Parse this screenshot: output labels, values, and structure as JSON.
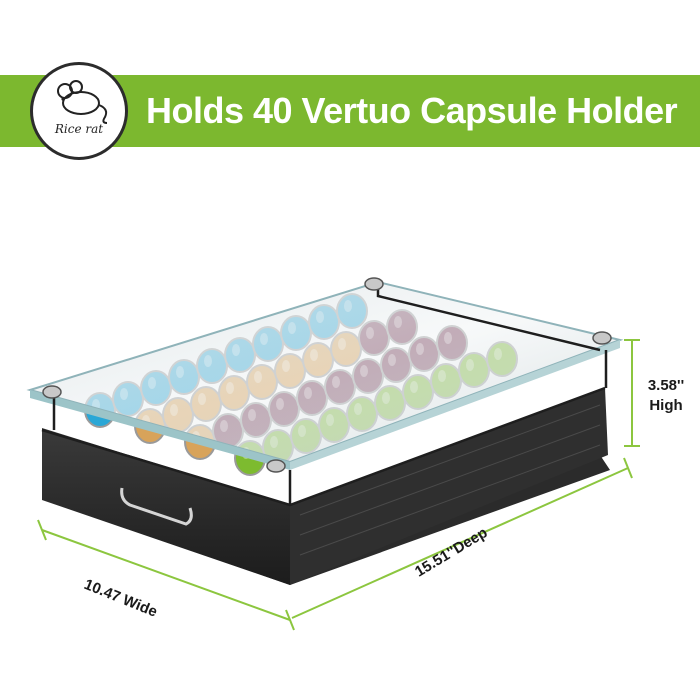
{
  "banner": {
    "title": "Holds 40 Vertuo Capsule Holder",
    "color": "#7cb82f"
  },
  "logo": {
    "text": "Rice rat",
    "icon": "mouse-icon"
  },
  "dimensions": {
    "high_value": "3.58''",
    "high_word": "High",
    "wide": "10.47 Wide",
    "deep": "15.51''Deep",
    "line_color": "#8cc63f"
  },
  "capsule_colors": [
    "#2aa7d6",
    "#d8a35a",
    "#7a3f5a",
    "#7dbb2f"
  ]
}
